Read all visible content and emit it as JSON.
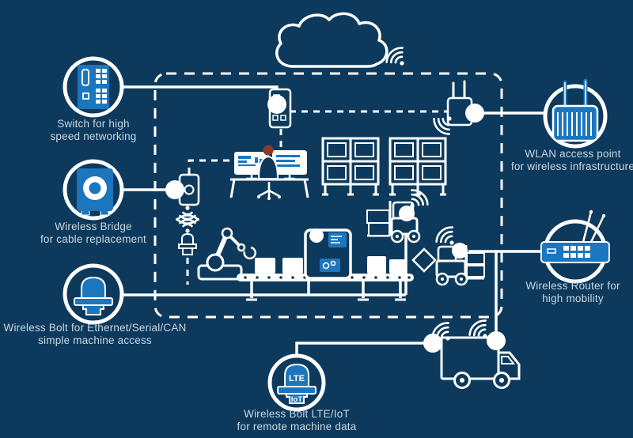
{
  "diagram": {
    "background_color": "#0d3a5c",
    "device_blue": "#1b76bd",
    "line_color": "#ffffff",
    "label_color": "#c8d7e2",
    "person_head_color": "#8a3a2a",
    "nodes": [
      {
        "id": "switch",
        "label1": "Switch for high",
        "label2": "speed networking"
      },
      {
        "id": "wireless-bridge",
        "label1": "Wireless Bridge",
        "label2": "for cable replacement"
      },
      {
        "id": "wireless-bolt",
        "label1": "Wireless Bolt for Ethernet/Serial/CAN",
        "label2": "simple machine access"
      },
      {
        "id": "wireless-bolt-lte-iot",
        "badge_top": "LTE",
        "badge_bottom": "IoT",
        "label1": "Wireless Bolt LTE/IoT",
        "label2": "for remote machine data"
      },
      {
        "id": "wlan-access-point",
        "label1": "WLAN access point",
        "label2": "for wireless infrastructure"
      },
      {
        "id": "wireless-router",
        "label1": "Wireless Router for",
        "label2": "high mobility"
      }
    ],
    "scene_icons": [
      "cloud-icon",
      "wifi-signal-icon",
      "operator-workstation",
      "storage-rack",
      "robot-arm",
      "conveyor-belt",
      "control-cabinet",
      "forklift",
      "delivery-truck",
      "package-diamond"
    ]
  }
}
